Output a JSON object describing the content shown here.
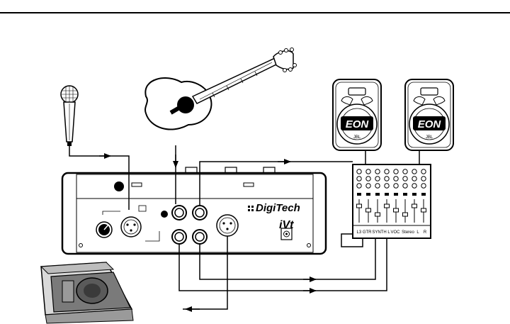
{
  "unit": {
    "brand": "DigiTech",
    "model": "iVt"
  },
  "speakers": [
    {
      "logo": "EON",
      "badge": "JBL"
    },
    {
      "logo": "EON",
      "badge": "JBL"
    }
  ],
  "mixer": {
    "channel_labels": [
      "L3 GTR",
      "SYNTH L",
      "VOC",
      "Stereo",
      "L",
      "R"
    ]
  },
  "colors": {
    "line": "#000000",
    "panel": "#ffffff",
    "wedge_front": "#7a7a7a",
    "wedge_side": "#bdbdbd",
    "wedge_top": "#d9d9d9"
  },
  "icons": [
    "microphone-icon",
    "acoustic-guitar-icon",
    "loudspeaker-icon",
    "floor-monitor-icon",
    "mixer-icon"
  ]
}
